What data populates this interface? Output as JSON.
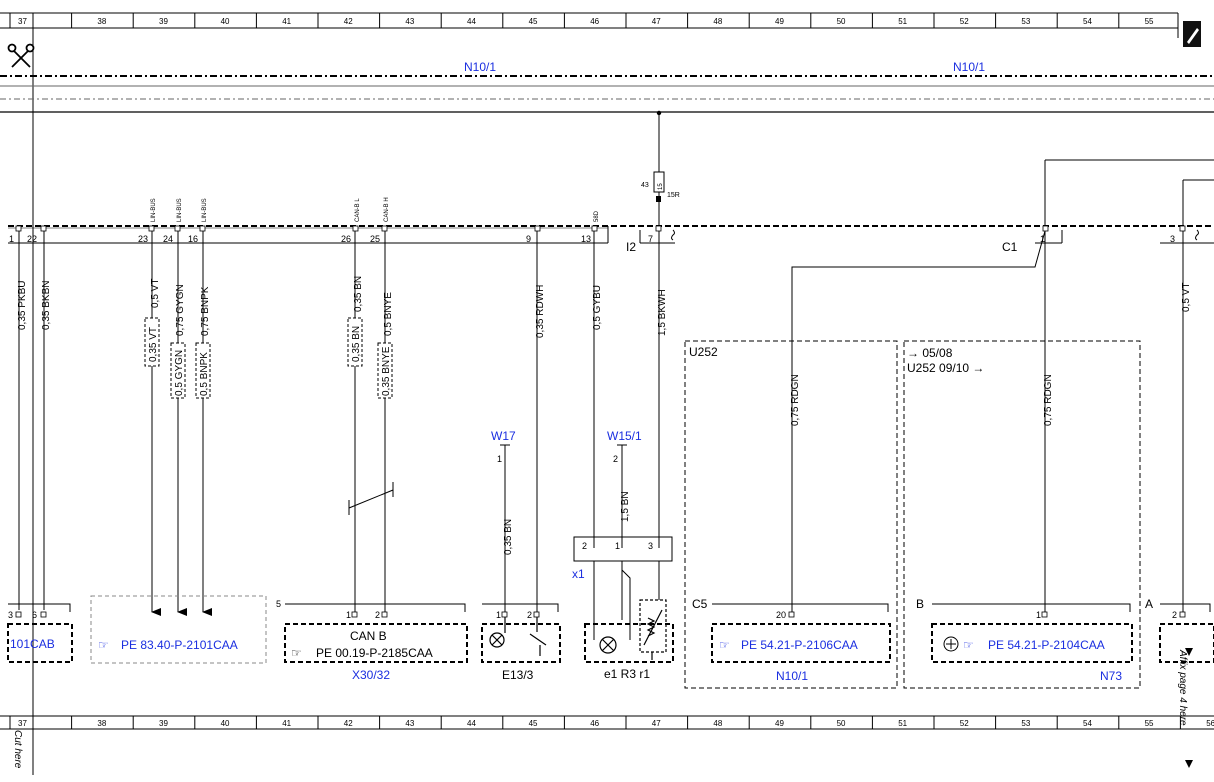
{
  "grid": {
    "top": [
      "37",
      "38",
      "39",
      "40",
      "41",
      "42",
      "43",
      "44",
      "45",
      "46",
      "47",
      "48",
      "49",
      "50",
      "51",
      "52",
      "53",
      "54",
      "55"
    ],
    "bottom": [
      "37",
      "38",
      "39",
      "40",
      "41",
      "42",
      "43",
      "44",
      "45",
      "46",
      "47",
      "48",
      "49",
      "50",
      "51",
      "52",
      "53",
      "54",
      "55",
      "56"
    ]
  },
  "colors": {
    "link": "#1a2ee0",
    "line": "#000000",
    "gray_box": "#888888"
  },
  "icons": {
    "cut": "scissors-icon",
    "corner": "pencil-icon",
    "ref": "hand-pointer-icon"
  },
  "cut_here": "Cut here",
  "affix": "Affix page 4 here",
  "modules": {
    "n10_left": "N10/1",
    "n10_right": "N10/1",
    "n73": "N73",
    "n10_bottom": "N10/1"
  },
  "bus_pins": [
    "1",
    "22",
    "23",
    "24",
    "16",
    "26",
    "25",
    "9",
    "13",
    "7",
    "1",
    "3"
  ],
  "bus_tags": {
    "lin1": "LIN-BUS",
    "lin2": "LIN-BUS",
    "lin3": "LIN-BUS",
    "canl": "CAN-B L",
    "canh": "CAN-B H",
    "r58d": "58D"
  },
  "fuse": {
    "left": "43",
    "mid": "15",
    "right": "15R"
  },
  "labels": {
    "i2": "I2",
    "c1": "C1",
    "u252_a": "U252",
    "since": "→ 05/08",
    "u252_b": "U252  09/10 →",
    "c5": "C5",
    "b": "B",
    "a": "A",
    "x1": "x1",
    "pin5": "5"
  },
  "wires": {
    "pkbu": "0,35 PKBU",
    "bkbn": "0,35 BKBN",
    "vt": "0,5 VT",
    "gygn": "0,75 GYGN",
    "bnpk": "0,75 BNPK",
    "bn_can": "0,35 BN",
    "bnye": "0,5 BNYE",
    "rdwh": "0,35 RDWH",
    "gybu": "0,5 GYBU",
    "bkwh": "1,5 BKWH",
    "rdgn1": "0,75 RDGN",
    "rdgn2": "0,75 RDGN",
    "vt_right": "0,5 VT",
    "vt_b": "0,35 VT",
    "gygn_b": "0,5 GYGN",
    "bnpk_b": "0,5 BNPK",
    "bn_b": "0,35 BN",
    "bnye_b": "0,35 BNYE",
    "bn_w17": "0,35 BN",
    "bn_w15": "1,5 BN"
  },
  "grounds": {
    "w17": "W17",
    "w15": "W15/1",
    "w17_pin": "1",
    "w15_pin": "2"
  },
  "bottom_pins": {
    "p3": "3",
    "p6": "6",
    "p1a": "1",
    "p2a": "2",
    "p1b": "1",
    "p2b": "2",
    "x2": "2",
    "x1p": "1",
    "x3": "3",
    "p20": "20",
    "pb1": "1",
    "pa2": "2"
  },
  "components": {
    "cab_ref": "101CAB",
    "gray_ref": "PE 83.40-P-2101CAA",
    "can_title": "CAN B",
    "can_ref": "PE 00.19-P-2185CAA",
    "x30": "X30/32",
    "e13": "E13/3",
    "e1r3r1": "e1  R3  r1",
    "n10_ref": "PE 54.21-P-2106CAA",
    "n73_ref": "PE 54.21-P-2104CAA"
  }
}
